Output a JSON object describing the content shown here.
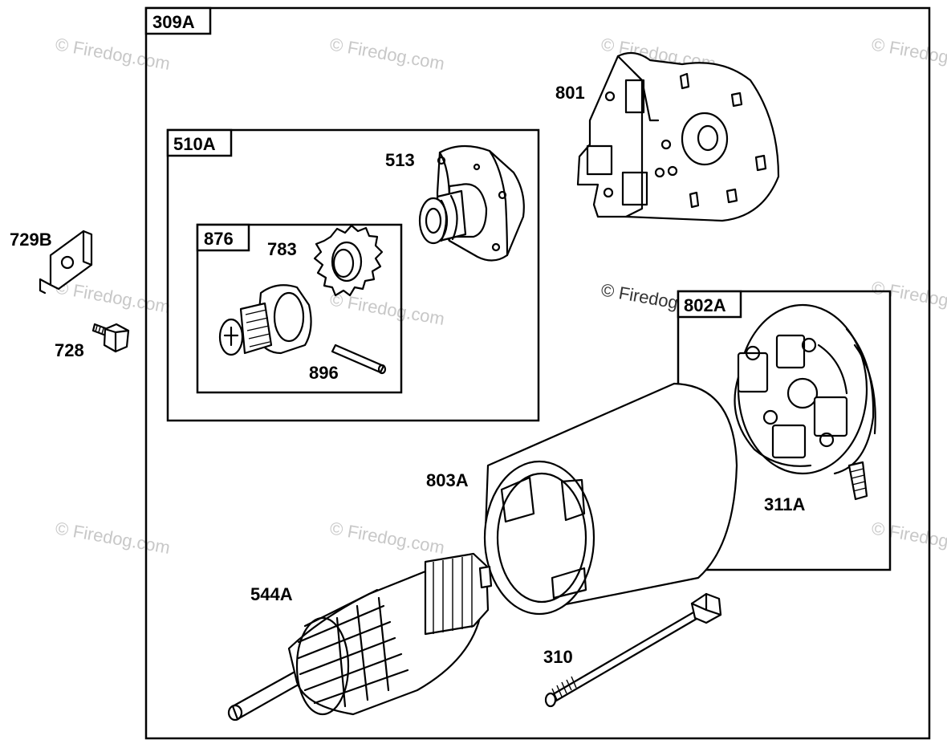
{
  "boxes": {
    "b309a": "309A",
    "b510a": "510A",
    "b876": "876",
    "b802a": "802A"
  },
  "parts": {
    "p729b": "729B",
    "p728": "728",
    "p513": "513",
    "p783": "783",
    "p896": "896",
    "p801": "801",
    "p803a": "803A",
    "p311a": "311A",
    "p544a": "544A",
    "p310": "310"
  },
  "watermark": {
    "text": "© Firedog.com"
  }
}
